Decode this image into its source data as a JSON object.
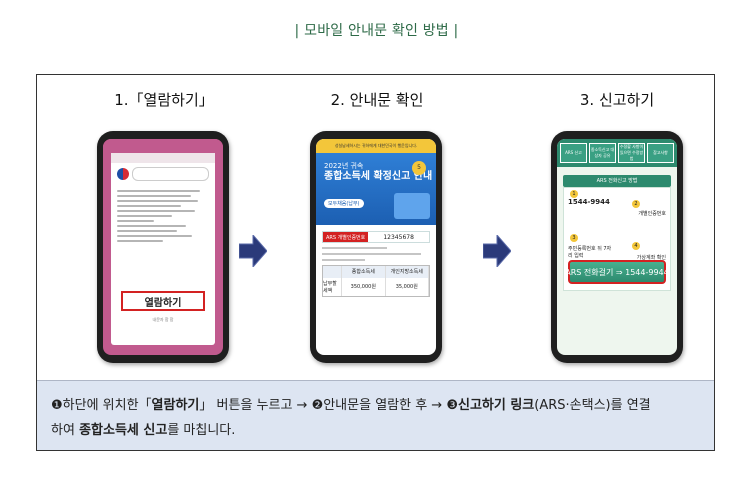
{
  "title": "| 모바일 안내문 확인 방법 |",
  "steps": [
    {
      "label": "1.「열람하기」"
    },
    {
      "label": "2. 안내문 확인"
    },
    {
      "label": "3. 신고하기"
    }
  ],
  "phone1": {
    "button_label": "열람하기",
    "sub_label": "내문자 함 함"
  },
  "phone2": {
    "top_banner": "성실납세하시는 귀하에게 대한민국이 행운입니다.",
    "year": "2022년 귀속",
    "heading": "종합소득세 확정신고 안내",
    "tag": "모두채움(납부)",
    "badge": "5",
    "ars_label": "ARS 개별인증번호",
    "ars_number": "12345678",
    "table_h1": "종합소득세",
    "table_h2": "개인지방소득세",
    "table_row_label": "납부할 세액",
    "table_v1": "350,000원",
    "table_v2": "35,000원"
  },
  "phone3": {
    "tabs": [
      "ARS 신고",
      "종소득신고 대상자 공유",
      "수정할 사항이 있으면 수정방법",
      "참고사항"
    ],
    "header": "ARS 전화신고 방법",
    "ars_number": "1544-9944",
    "step2": "개별인증번호",
    "step3": "주민등록번호 뒤 7자리 입력",
    "step4": "가상계좌 확인",
    "call_button": "ARS 전화걸기 ⇒ 1544-9944"
  },
  "description": {
    "line1_part1": "❶하단에 위치한「",
    "line1_bold1": "열람하기",
    "line1_part2": "」 버튼을 누르고 → ❷안내문을 열람한 후 → ❸",
    "line1_bold2": "신고하기 링크",
    "line1_part3": "(ARS·손택스)를 연결",
    "line2_part1": "하여 ",
    "line2_bold1": "종합소득세 신고",
    "line2_part2": "를 마칩니다."
  },
  "colors": {
    "title_green": "#2d6a47",
    "highlight_red": "#d32222",
    "arrow_navy": "#2b3a7a",
    "desc_bg": "#dde5f2"
  }
}
